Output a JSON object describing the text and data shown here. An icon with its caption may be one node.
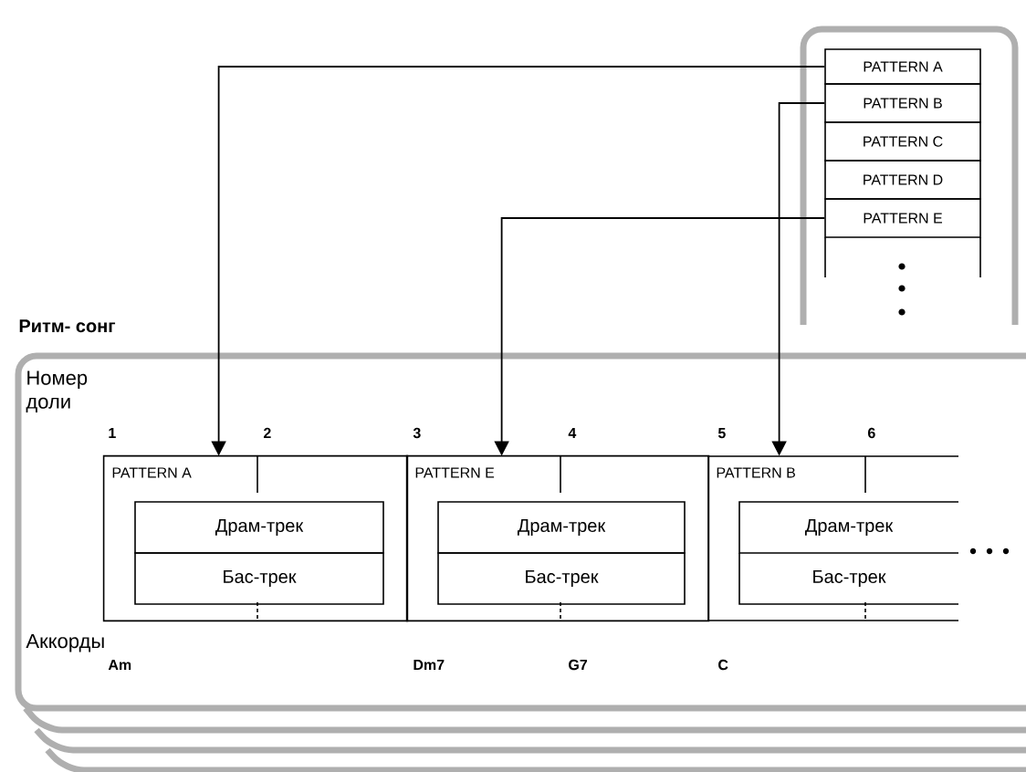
{
  "diagram": {
    "nodes": [
      {
        "text": [],
        "shape": "box"
      },
      {
        "text": [
          "PATTERN A"
        ],
        "in": 0
      },
      {
        "text": [
          "PATTERN B"
        ],
        "in": 0
      },
      {
        "text": [
          "PATTERN C"
        ],
        "in": 0
      },
      {
        "text": [
          "PATTERN D"
        ],
        "in": 0
      },
      {
        "text": [
          "PATTERN E"
        ],
        "in": 0
      },
      {
        "text": [
          "Ритм- сонг"
        ]
      },
      {
        "text": [
          "PATTERN A"
        ],
        "in": 6
      },
      {
        "text": [
          "Драм-трек"
        ],
        "in": 7
      },
      {
        "text": [
          "Бас-трек"
        ],
        "in": 7
      },
      {
        "text": [
          "PATTERN E"
        ],
        "in": 6
      },
      {
        "text": [
          "Драм-трек"
        ],
        "in": 10
      },
      {
        "text": [
          "Бас-трек"
        ],
        "in": 10
      },
      {
        "text": [
          "PATTERN B"
        ],
        "in": 6
      },
      {
        "text": [
          "Драм-трек"
        ],
        "in": 13
      },
      {
        "text": [
          "Бас-трек"
        ],
        "in": 13
      }
    ],
    "edges": [
      {
        "from": 1,
        "to": 7,
        "arrow": "to"
      },
      {
        "from": 5,
        "to": 10,
        "arrow": "to"
      },
      {
        "from": 2,
        "to": 13,
        "arrow": "to"
      }
    ],
    "labels": [
      "Номер доли",
      "1",
      "2",
      "3",
      "4",
      "5",
      "6",
      "Аккорды",
      "Am",
      "Dm7",
      "G7",
      "C"
    ]
  }
}
